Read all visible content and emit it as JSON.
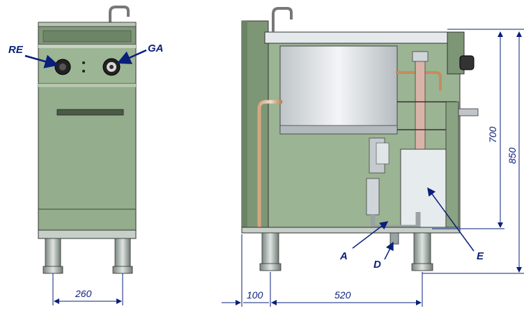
{
  "callouts": {
    "re": "RE",
    "ga": "GA",
    "a": "A",
    "d": "D",
    "e": "E"
  },
  "dimensions": {
    "width_front": "260",
    "offset_side": "100",
    "depth_side": "520",
    "height_top": "700",
    "height_total": "850"
  },
  "colors": {
    "body_green": "#8eab86",
    "dark_green": "#5f7a58",
    "steel": "#d9dde0",
    "dim_blue": "#0a1f7a",
    "copper": "#c98a5a"
  }
}
